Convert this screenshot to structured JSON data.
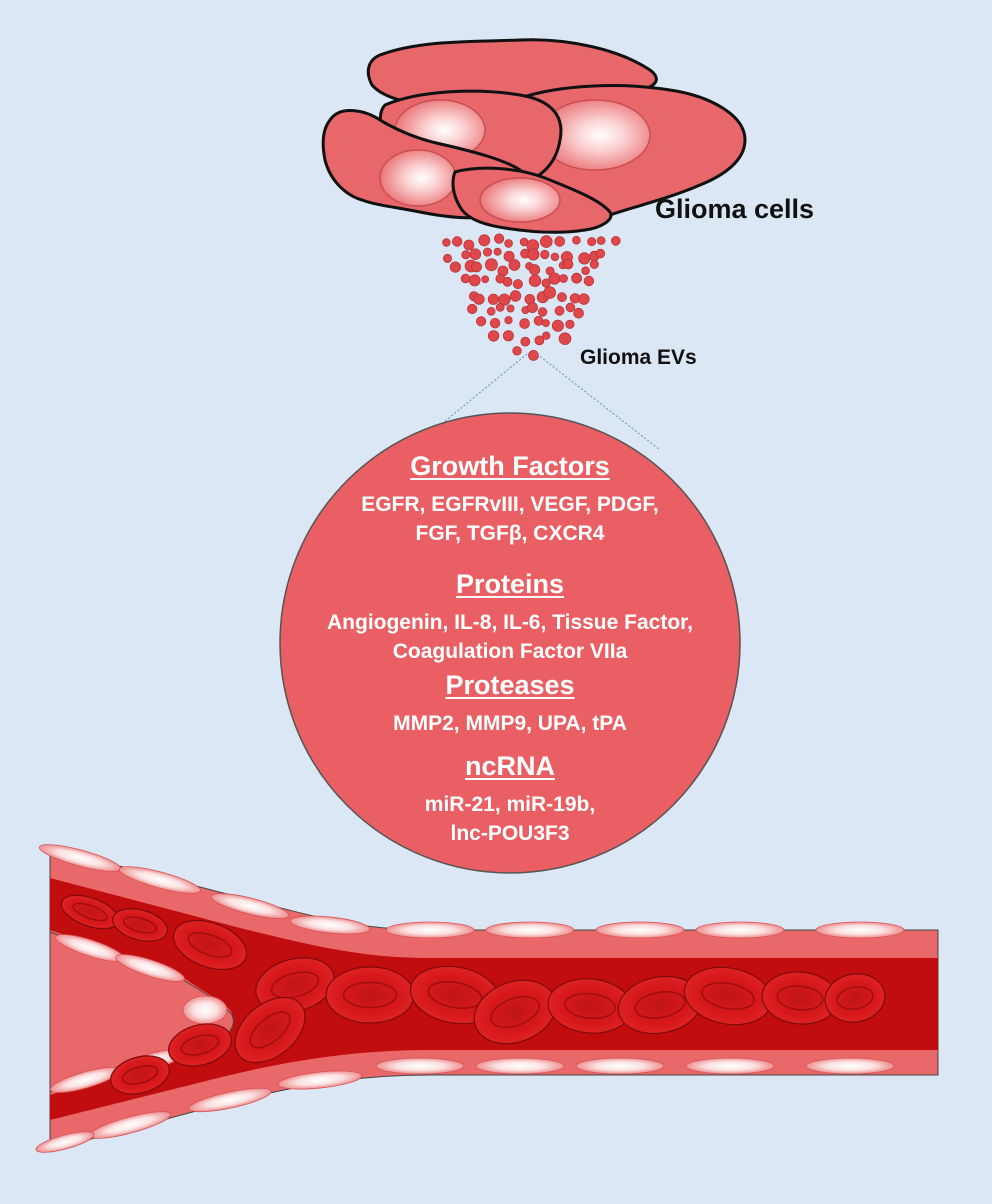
{
  "labels": {
    "cells": "Glioma cells",
    "evs": "Glioma EVs"
  },
  "cargo": [
    {
      "title": "Growth Factors",
      "lines": [
        "EGFR, EGFRvIII, VEGF, PDGF,",
        "FGF, TGFβ, CXCR4"
      ]
    },
    {
      "title": "Proteins",
      "lines": [
        "Angiogenin, IL-8, IL-6, Tissue Factor,",
        "Coagulation Factor VIIa"
      ]
    },
    {
      "title": "Proteases",
      "lines": [
        "MMP2, MMP9, UPA, tPA"
      ]
    },
    {
      "title": "ncRNA",
      "lines": [
        "miR-21, miR-19b,",
        "lnc-POU3F3"
      ]
    }
  ],
  "colors": {
    "background": "#dbe7f5",
    "cell_fill": "#e8676a",
    "cargo_circle": "#e95f63",
    "vessel_lumen": "#c20d0f",
    "blood_cell": "#d8191b",
    "endothelium": "#e9696b"
  }
}
